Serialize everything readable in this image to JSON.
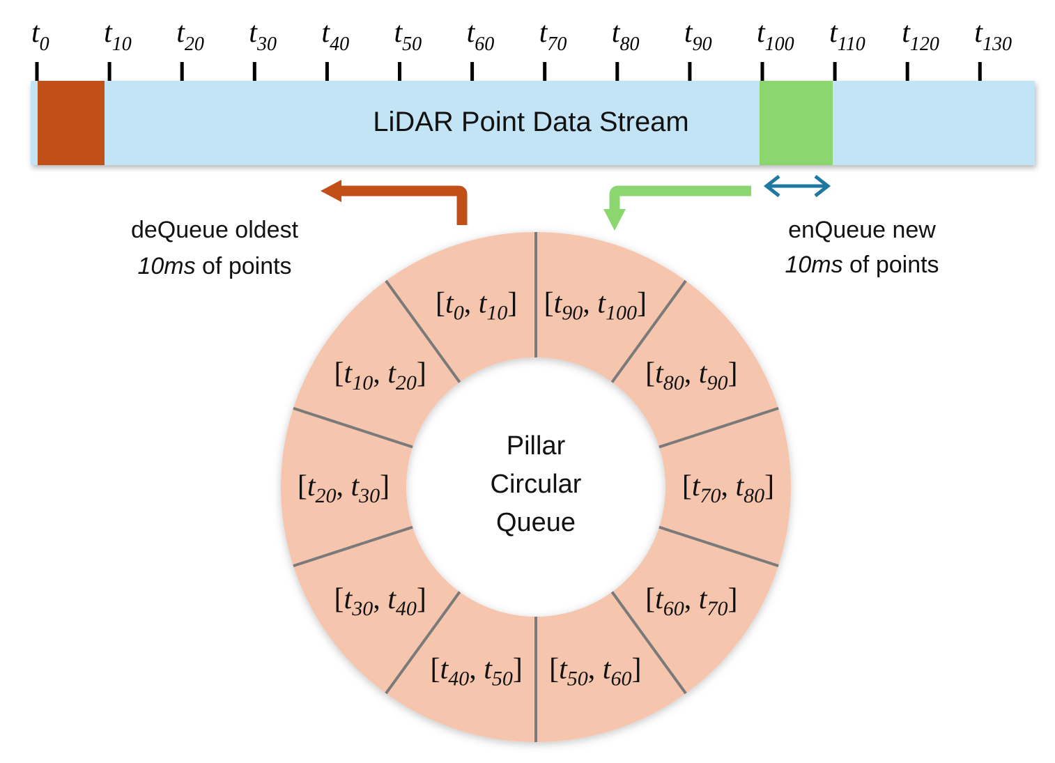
{
  "timeline": {
    "ticks": [
      {
        "sym": "t",
        "sub": "0"
      },
      {
        "sym": "t",
        "sub": "10"
      },
      {
        "sym": "t",
        "sub": "20"
      },
      {
        "sym": "t",
        "sub": "30"
      },
      {
        "sym": "t",
        "sub": "40"
      },
      {
        "sym": "t",
        "sub": "50"
      },
      {
        "sym": "t",
        "sub": "60"
      },
      {
        "sym": "t",
        "sub": "70"
      },
      {
        "sym": "t",
        "sub": "80"
      },
      {
        "sym": "t",
        "sub": "90"
      },
      {
        "sym": "t",
        "sub": "100"
      },
      {
        "sym": "t",
        "sub": "110"
      },
      {
        "sym": "t",
        "sub": "120"
      },
      {
        "sym": "t",
        "sub": "130"
      }
    ],
    "stream_label": "LiDAR Point Data Stream",
    "dequeue_block": {
      "from": "0",
      "to": "10"
    },
    "enqueue_block": {
      "from": "100",
      "to": "110"
    }
  },
  "dequeue": {
    "line1": "deQueue oldest",
    "line2_italic": "10ms",
    "line2_rest": " of points"
  },
  "enqueue": {
    "line1": "enQueue new",
    "line2_italic": "10ms",
    "line2_rest": " of points"
  },
  "queue": {
    "center": [
      "Pillar",
      "Circular",
      "Queue"
    ],
    "segments": [
      {
        "a": "0",
        "b": "10"
      },
      {
        "a": "10",
        "b": "20"
      },
      {
        "a": "20",
        "b": "30"
      },
      {
        "a": "30",
        "b": "40"
      },
      {
        "a": "40",
        "b": "50"
      },
      {
        "a": "50",
        "b": "60"
      },
      {
        "a": "60",
        "b": "70"
      },
      {
        "a": "70",
        "b": "80"
      },
      {
        "a": "80",
        "b": "90"
      },
      {
        "a": "90",
        "b": "100"
      }
    ]
  },
  "colors": {
    "stream_bar": "#c3e4f4",
    "dequeue": "#c05018",
    "enqueue": "#8cd670",
    "interval_arrow": "#1f78a0",
    "ring": "#f5c6ad",
    "divider": "#7a7a7a"
  }
}
